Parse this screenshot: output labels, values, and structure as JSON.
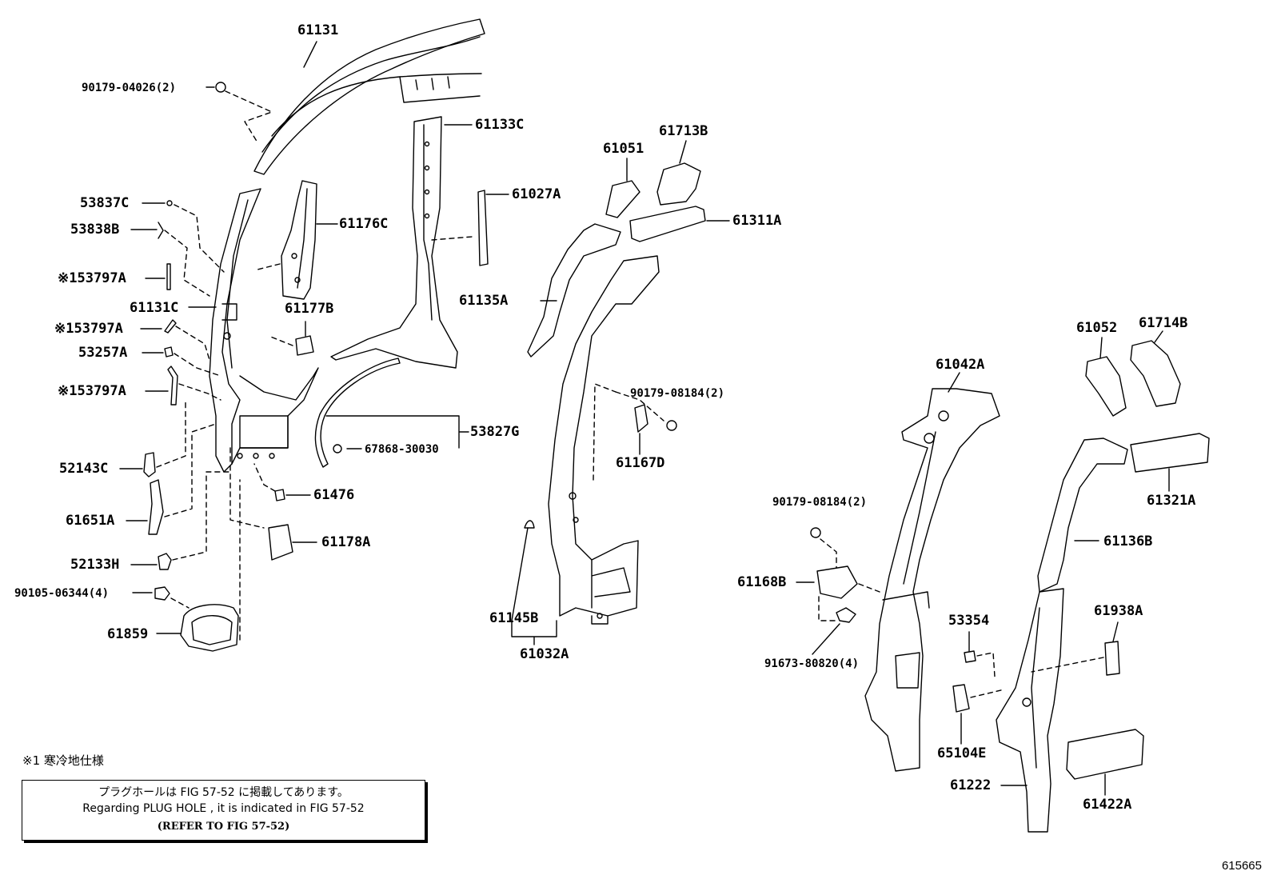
{
  "callouts": {
    "p61131": "61131",
    "p90179_04026": "90179-04026(2)",
    "p53837C": "53837C",
    "p53838B": "53838B",
    "p53797A_1": "※153797A",
    "p61131C": "61131C",
    "p53797A_2": "※153797A",
    "p53257A": "53257A",
    "p53797A_3": "※153797A",
    "p52143C": "52143C",
    "p61651A": "61651A",
    "p52133H": "52133H",
    "p90105_06344": "90105-06344(4)",
    "p61859": "61859",
    "p61176C": "61176C",
    "p61177B": "61177B",
    "p61476": "61476",
    "p61178A": "61178A",
    "p61133C": "61133C",
    "p61027A": "61027A",
    "p53827G": "53827G",
    "p67868_30030": "67868-30030",
    "p61051": "61051",
    "p61713B": "61713B",
    "p61311A": "61311A",
    "p61135A": "61135A",
    "p90179_08184_a": "90179-08184(2)",
    "p61167D": "61167D",
    "p61145B": "61145B",
    "p61032A": "61032A",
    "p61042A": "61042A",
    "p90179_08184_b": "90179-08184(2)",
    "p61168B": "61168B",
    "p91673_80820": "91673-80820(4)",
    "p53354": "53354",
    "p65104E": "65104E",
    "p61222": "61222",
    "p61052": "61052",
    "p61714B": "61714B",
    "p61321A": "61321A",
    "p61136B": "61136B",
    "p61938A": "61938A",
    "p61422A": "61422A"
  },
  "footnote": "※1 寒冷地仕様",
  "note": {
    "line1": "プラグホールは FIG 57-52 に掲載してあります。",
    "line2": "Regarding PLUG HOLE , it is indicated in FIG 57-52",
    "line3": "(REFER TO FIG 57-52)"
  },
  "figure_number": "615665"
}
